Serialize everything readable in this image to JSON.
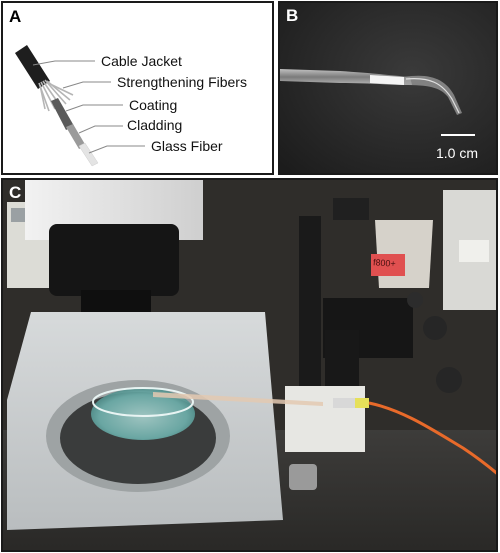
{
  "panel_a": {
    "letter": "A",
    "labels": [
      "Cable Jacket",
      "Strengthening Fibers",
      "Coating",
      "Cladding",
      "Glass Fiber"
    ]
  },
  "panel_b": {
    "letter": "B",
    "scale_label": "1.0 cm"
  },
  "panel_c": {
    "letter": "C",
    "tag_text": "f800+"
  },
  "colors": {
    "jacket": "#1e1e1e",
    "fibers": "#b8b8b8",
    "coating": "#555555",
    "cladding": "#9a9a9a",
    "glass": "#e4e4e4",
    "optical_cable": "#e86a2a",
    "background_dark": "#2b2a28"
  }
}
